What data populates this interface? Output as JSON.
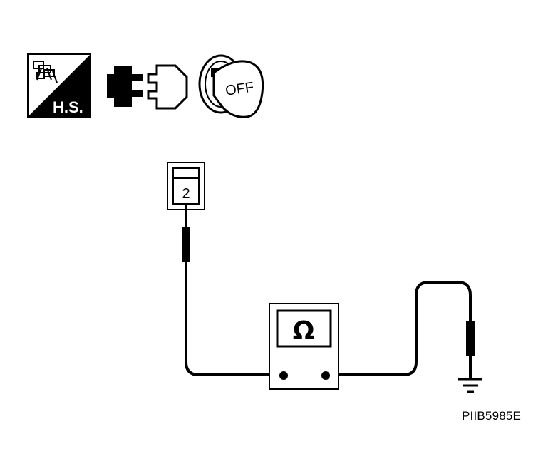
{
  "icons": {
    "hs_label": "H.S.",
    "key_label": "OFF",
    "hs_icon": "harness-sensor-disconnect-icon",
    "connector_icon": "connector-disconnect-icon",
    "ignition_icon": "ignition-key-off-icon"
  },
  "connector": {
    "terminal": "2"
  },
  "meter": {
    "symbol": "Ω"
  },
  "reference_code": "PIIB5985E"
}
